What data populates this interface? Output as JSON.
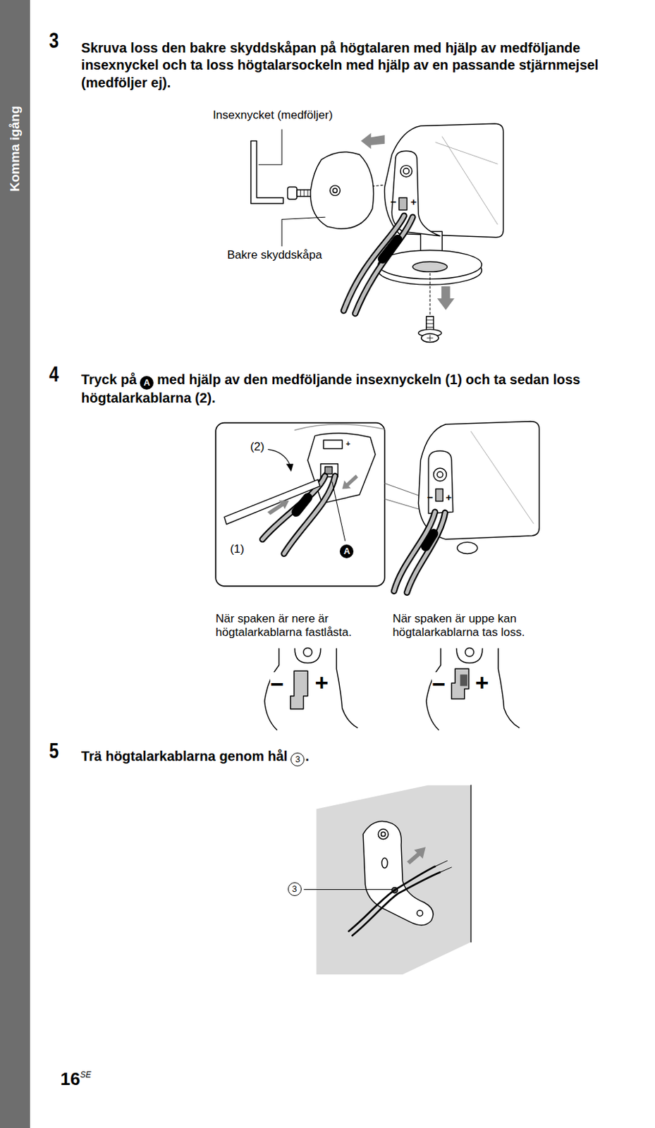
{
  "diagram": {
    "nodes": [
      {
        "text": [
          "Komma igång"
        ]
      }
    ],
    "labels": [
      "3",
      "Skruva loss den bakre skyddskåpan på högtalaren med hjälp av medföljande insexnyckel och ta loss högtalarsockeln med hjälp av en passande stjärnmejsel (medföljer ej).",
      "Insexnycket (medföljer)",
      "Bakre skyddskåpa",
      "−",
      "+",
      "4",
      "Tryck på",
      "A",
      "med hjälp av den medföljande insexnyckeln (1) och ta sedan loss högtalarkablarna (2).",
      "(2)",
      "(1)",
      "A",
      "+",
      "−",
      "+",
      "När spaken är nere är högtalarkablarna fastlåsta.",
      "När spaken är uppe kan högtalarkablarna tas loss.",
      "−",
      "+",
      "−",
      "+",
      "5",
      "Trä högtalarkablarna genom hål",
      "3",
      ".",
      "3",
      "16",
      "SE"
    ]
  }
}
